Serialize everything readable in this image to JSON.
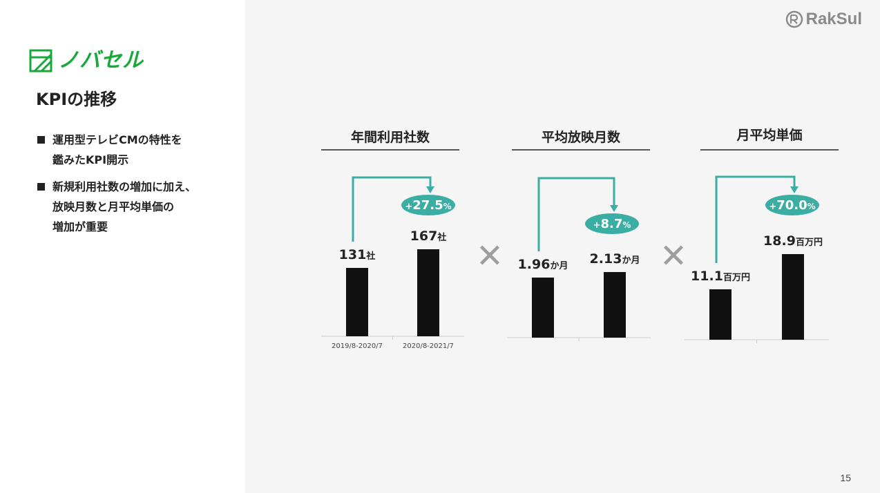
{
  "brand": {
    "name": "ノバセル",
    "color": "#19a83a"
  },
  "logo": {
    "name": "RakSul"
  },
  "page_title": "KPIの推移",
  "bullets": [
    "運用型テレビCMの特性を\n鑑みたKPI開示",
    "新規利用社数の増加に加え、\n放映月数と月平均単価の\n増加が重要"
  ],
  "page_number": "15",
  "operator_symbol": "✕",
  "colors": {
    "bar": "#111111",
    "accent": "#3aaea2",
    "operator": "#9e9e9e"
  },
  "chart_data": [
    {
      "type": "bar",
      "title": "年間利用社数",
      "categories": [
        "2019/8-2020/7",
        "2020/8-2021/7"
      ],
      "values": [
        131,
        167
      ],
      "value_labels": [
        "131",
        "167"
      ],
      "unit": "社",
      "growth": {
        "sign": "+",
        "value": "27.5",
        "unit": "%"
      }
    },
    {
      "type": "bar",
      "title": "平均放映月数",
      "categories": [
        "",
        ""
      ],
      "values": [
        1.96,
        2.13
      ],
      "value_labels": [
        "1.96",
        "2.13"
      ],
      "unit": "か月",
      "growth": {
        "sign": "+",
        "value": "8.7",
        "unit": "%"
      }
    },
    {
      "type": "bar",
      "title": "月平均単価",
      "categories": [
        "",
        ""
      ],
      "values": [
        11.1,
        18.9
      ],
      "value_labels": [
        "11.1",
        "18.9"
      ],
      "unit": "百万円",
      "growth": {
        "sign": "+",
        "value": "70.0",
        "unit": "%"
      }
    }
  ]
}
